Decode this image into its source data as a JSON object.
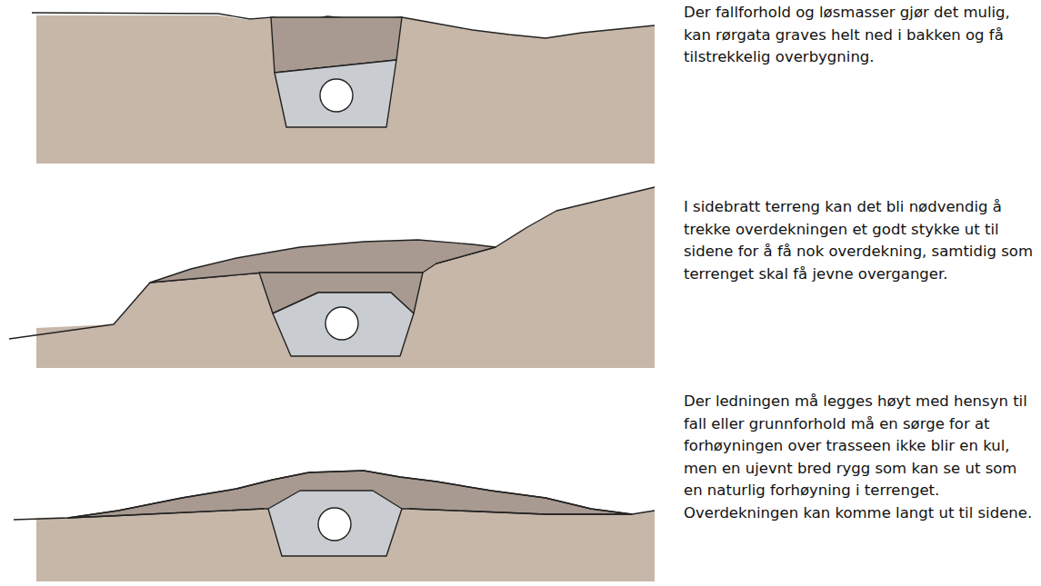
{
  "diagram": {
    "labels": [
      "Der fallforhold og løsmasser gjør det mulig, kan rørgata graves helt ned i bakken og få tilstrekkelig overbygning.",
      "I sidebratt terreng kan det bli nødvendig å trekke overdekningen et godt stykke ut til sidene for å få nok overdekning, samtidig som terrenget skal få jevne overganger.",
      "Der ledningen må legges høyt med hensyn til fall eller grunnforhold må en sørge for at forhøyningen over trasseen ikke blir en kul, men en ujevnt bred rygg som kan se ut som en naturlig forhøyning i terrenget. Overdekningen kan komme langt ut til sidene."
    ]
  }
}
